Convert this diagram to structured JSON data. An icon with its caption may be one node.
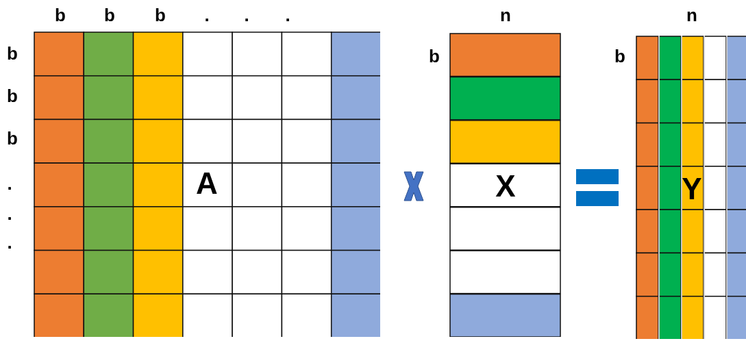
{
  "diagram": {
    "nodes": [
      {
        "text": [
          "A"
        ],
        "beside": [
          "b",
          "b",
          "b",
          ".",
          ".",
          ".",
          "b",
          "b",
          "b",
          ".",
          ".",
          "."
        ]
      },
      {
        "text": [
          "X"
        ],
        "beside": [
          "n",
          "b"
        ]
      },
      {
        "text": [
          "Y"
        ],
        "beside": [
          "n",
          "b"
        ]
      }
    ],
    "edges": []
  }
}
